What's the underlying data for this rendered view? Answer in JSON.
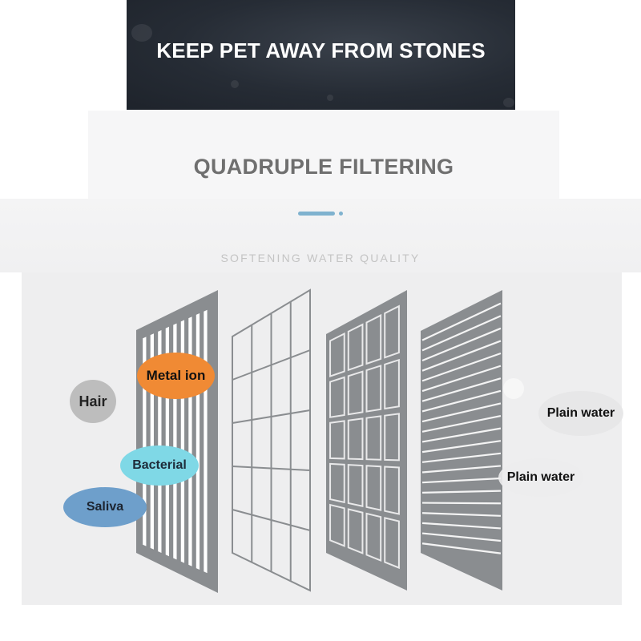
{
  "banner": {
    "title": "KEEP PET AWAY FROM STONES"
  },
  "section": {
    "title": "QUADRUPLE FILTERING",
    "subtitle": "SOFTENING WATER QUALITY"
  },
  "labels": {
    "hair": "Hair",
    "metal_ion": "Metal ion",
    "bacterial": "Bacterial",
    "saliva": "Saliva",
    "plain_water_1": "Plain water",
    "plain_water_2": "Plain water"
  },
  "colors": {
    "banner_bg": "#262c35",
    "accent": "#7fb2cf",
    "filter_gray": "#8a8d90",
    "metal_ion": "#f08a34",
    "bacterial": "#7fd8e6",
    "saliva": "#6e9fcb",
    "hair": "#bdbdbd"
  }
}
